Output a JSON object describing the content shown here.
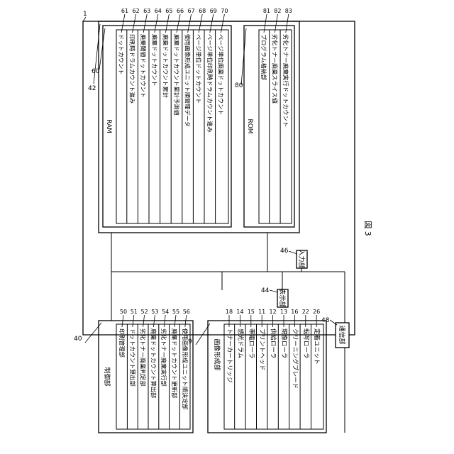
{
  "figure_label": "図 3",
  "device_ref": "1",
  "control": {
    "ref": "40",
    "title": "制御部",
    "items": [
      {
        "ref": "50",
        "label": "印刷管理部"
      },
      {
        "ref": "51",
        "label": "ドットカウント算出部"
      },
      {
        "ref": "52",
        "label": "劣化トナー廃棄判定部"
      },
      {
        "ref": "53",
        "label": "廃棄ドットカウント算出部"
      },
      {
        "ref": "54",
        "label": "劣化トナー廃棄実行部"
      },
      {
        "ref": "55",
        "label": "廃棄ドットカウント更新部"
      },
      {
        "ref": "56",
        "label": "使用画像形成ユニット順決定部"
      }
    ]
  },
  "image_forming": {
    "ref": "9",
    "title": "画像形成部",
    "items": [
      {
        "ref": "18",
        "label": "トナーカートリッジ"
      },
      {
        "ref": "14",
        "label": "感光ドラム"
      },
      {
        "ref": "15",
        "label": "帯電ローラ"
      },
      {
        "ref": "11",
        "label": "プリントヘッド"
      },
      {
        "ref": "12",
        "label": "供給ローラ"
      },
      {
        "ref": "13",
        "label": "現像ローラ"
      },
      {
        "ref": "16",
        "label": "クリーニングブレード"
      },
      {
        "ref": "22",
        "label": "転写ローラ"
      },
      {
        "ref": "26",
        "label": "定着ユニット"
      }
    ]
  },
  "memory_ref": "42",
  "ram": {
    "ref": "60",
    "title": "RAM",
    "items": [
      {
        "ref": "61",
        "label": "ドットカウント"
      },
      {
        "ref": "62",
        "label": "印刷時ドラムカウント進み"
      },
      {
        "ref": "63",
        "label": "廃棄閾値ドットカウント"
      },
      {
        "ref": "64",
        "label": "廃棄ドットカウント"
      },
      {
        "ref": "65",
        "label": "廃棄ドットカウント累計"
      },
      {
        "ref": "66",
        "label": "廃棄ドットカウント累計予測値"
      },
      {
        "ref": "67",
        "label": "使用画像形成ユニット順管理データ"
      },
      {
        "ref": "68",
        "label": "ページ単位ドットカウント"
      },
      {
        "ref": "69",
        "label": "ページ単位印刷時ドラムカウント進み"
      },
      {
        "ref": "70",
        "label": "ページ単位廃棄ドットカウント"
      }
    ]
  },
  "rom": {
    "ref": "80",
    "title": "ROM",
    "items": [
      {
        "ref": "81",
        "label": "プログラム格納部"
      },
      {
        "ref": "82",
        "label": "劣化トナー廃棄スライス値"
      },
      {
        "ref": "83",
        "label": "劣化トナー廃棄実行ドットカウント"
      }
    ]
  },
  "display": {
    "ref": "44",
    "label": "表示部"
  },
  "input": {
    "ref": "46",
    "label": "入力部"
  },
  "comm": {
    "ref": "48",
    "label": "通信部"
  }
}
